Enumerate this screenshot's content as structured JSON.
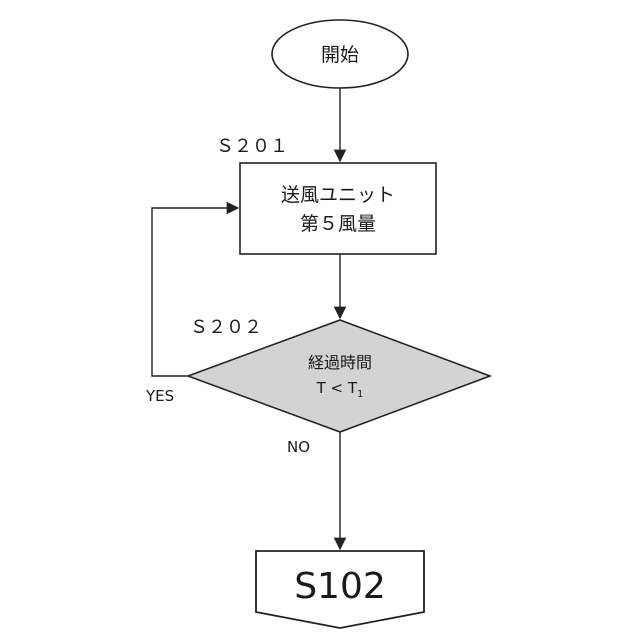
{
  "diagram": {
    "start": {
      "label": "開始"
    },
    "steps": [
      {
        "id": "S201",
        "step_label": "Ｓ２０１",
        "line1": "送風ユニット",
        "line2": "第５風量"
      }
    ],
    "decision": {
      "step_label": "Ｓ２０２",
      "line1": "経過時間",
      "condition_main": "T < T",
      "condition_sub": "1",
      "yes_label": "YES",
      "no_label": "NO"
    },
    "connector": {
      "label": "S102"
    },
    "colors": {
      "stroke": "#222222",
      "decision_fill": "#d3d3d3",
      "background": "#ffffff"
    }
  }
}
